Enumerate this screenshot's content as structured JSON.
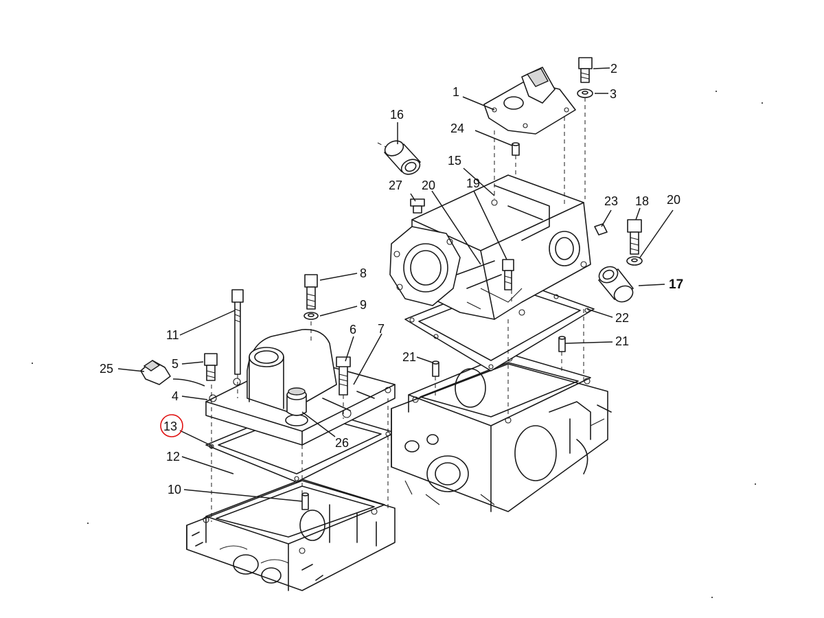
{
  "diagram": {
    "highlight_color": "#e01010",
    "line_color": "#1a1a1a",
    "callouts": [
      {
        "id": "1",
        "text": "1"
      },
      {
        "id": "2",
        "text": "2"
      },
      {
        "id": "3",
        "text": "3"
      },
      {
        "id": "4",
        "text": "4"
      },
      {
        "id": "5",
        "text": "5"
      },
      {
        "id": "6",
        "text": "6"
      },
      {
        "id": "7",
        "text": "7"
      },
      {
        "id": "8",
        "text": "8"
      },
      {
        "id": "9",
        "text": "9"
      },
      {
        "id": "10",
        "text": "10"
      },
      {
        "id": "11",
        "text": "11"
      },
      {
        "id": "12",
        "text": "12"
      },
      {
        "id": "13",
        "text": "13",
        "highlighted": true
      },
      {
        "id": "15",
        "text": "15"
      },
      {
        "id": "16",
        "text": "16"
      },
      {
        "id": "17",
        "text": "17"
      },
      {
        "id": "18",
        "text": "18"
      },
      {
        "id": "19",
        "text": "19"
      },
      {
        "id": "20a",
        "text": "20"
      },
      {
        "id": "20b",
        "text": "20"
      },
      {
        "id": "21a",
        "text": "21"
      },
      {
        "id": "21b",
        "text": "21"
      },
      {
        "id": "22",
        "text": "22"
      },
      {
        "id": "23",
        "text": "23"
      },
      {
        "id": "24",
        "text": "24"
      },
      {
        "id": "25",
        "text": "25"
      },
      {
        "id": "26",
        "text": "26"
      },
      {
        "id": "27",
        "text": "27"
      }
    ]
  }
}
